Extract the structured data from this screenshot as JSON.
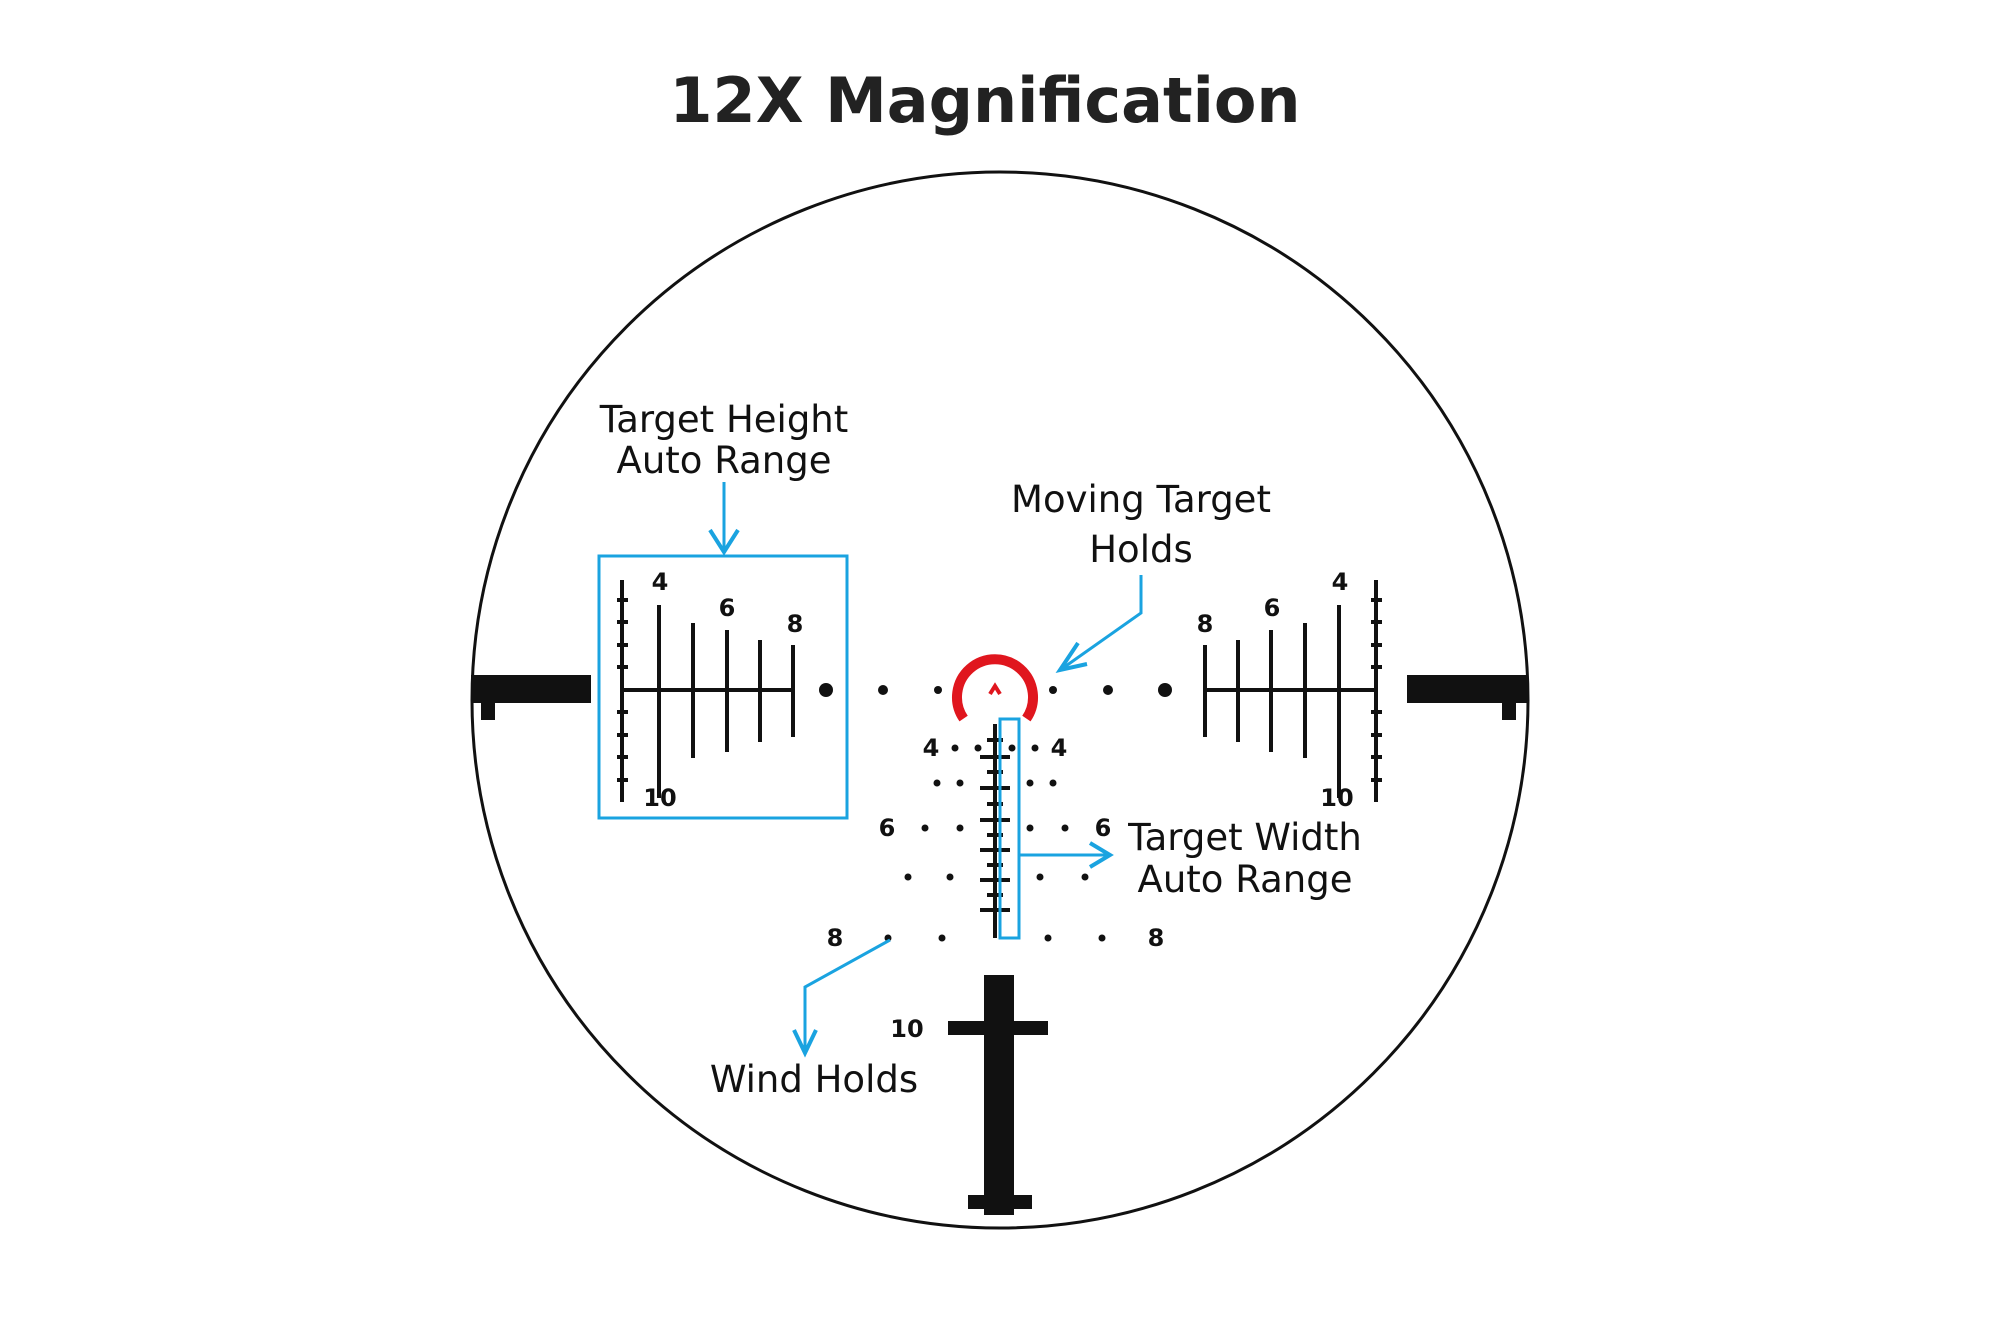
{
  "title": "12X Magnification",
  "colors": {
    "ink": "#111111",
    "callout": "#1aa3e0",
    "center_ring": "#e0161e",
    "background": "#ffffff"
  },
  "callouts": {
    "target_height": [
      "Target Height",
      "Auto Range"
    ],
    "moving_target": [
      "Moving Target",
      "Holds"
    ],
    "target_width": [
      "Target Width",
      "Auto Range"
    ],
    "wind_holds": "Wind Holds"
  },
  "left_scale_labels": {
    "top": "4",
    "mid": "6",
    "right": "8",
    "bottom": "10"
  },
  "right_scale_labels": {
    "top": "4",
    "mid": "6",
    "left": "8",
    "bottom": "10"
  },
  "vertical_labels": {
    "row4_left": "4",
    "row4_right": "4",
    "row6_left": "6",
    "row6_right": "6",
    "row8_left": "8",
    "row8_right": "8",
    "post_10": "10"
  }
}
